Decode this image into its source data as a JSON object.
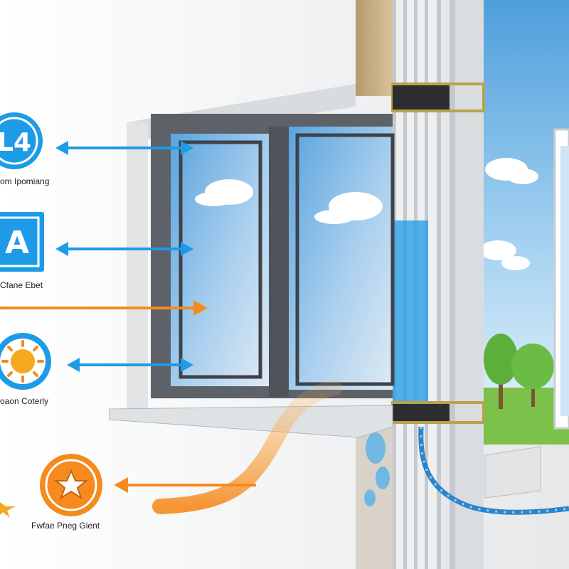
{
  "colors": {
    "accent_blue": "#1e9be6",
    "accent_orange": "#f58a1f",
    "frame_grey": "#5d6168",
    "sky_blue": "#7ec0ec",
    "wall": "#f2f3f4",
    "grass": "#7cc24a"
  },
  "features": [
    {
      "label": "om Ipomiang",
      "icon": "energy-rating-icon",
      "icon_text": "L4",
      "arrow": "double-blue"
    },
    {
      "label": "Cfane Ebet",
      "icon": "rating-a-icon",
      "icon_text": "A",
      "arrow": "double-blue"
    },
    {
      "label": "",
      "icon": "",
      "icon_text": "",
      "arrow": "single-orange"
    },
    {
      "label": "oaon Coterly",
      "icon": "sun-icon",
      "icon_text": "",
      "arrow": "double-blue"
    },
    {
      "label": "Fwfae Pneg Gient",
      "icon": "star-badge-icon",
      "icon_text": "",
      "arrow": "orange-left"
    }
  ]
}
